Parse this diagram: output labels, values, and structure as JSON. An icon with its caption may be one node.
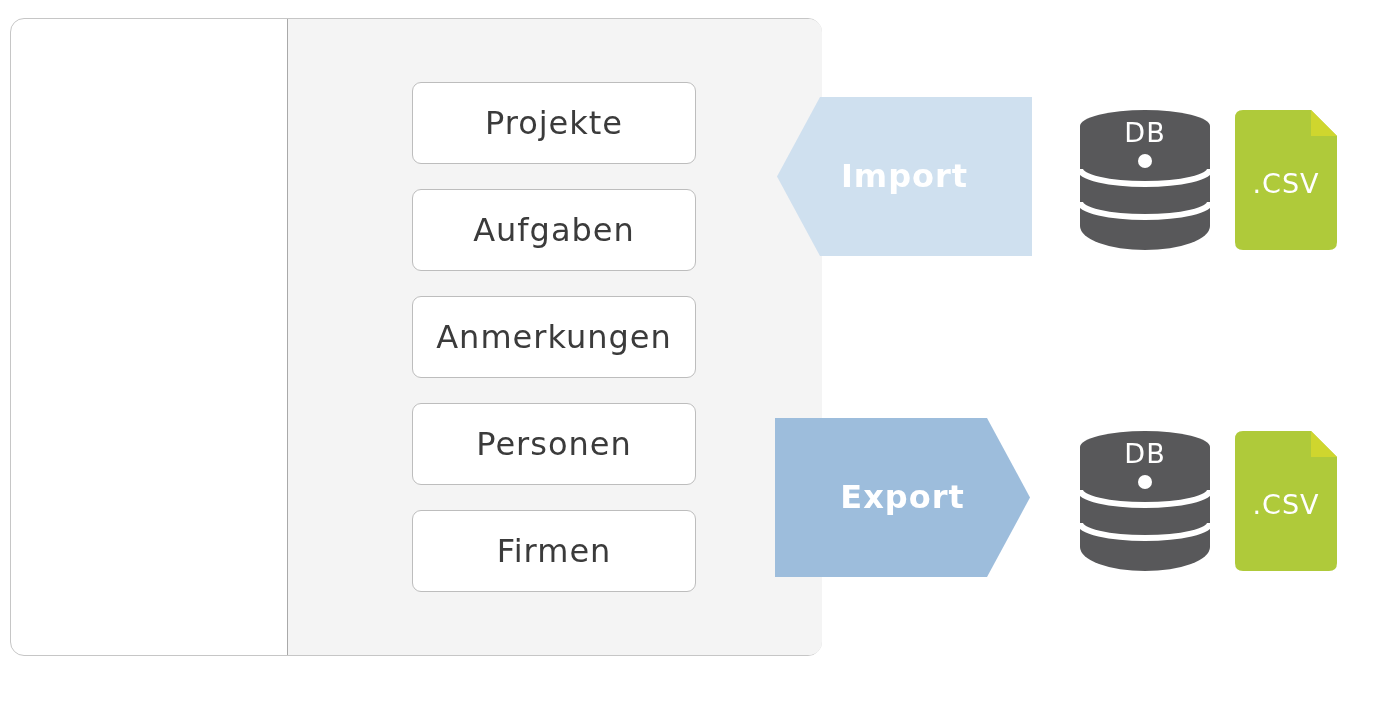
{
  "diagram": {
    "nodes": [
      {
        "text": [],
        "shape": "box"
      },
      {
        "text": [],
        "shape": "box",
        "in": 0
      },
      {
        "text": [
          "Projekte"
        ],
        "in": 1
      },
      {
        "text": [
          "Aufgaben"
        ],
        "in": 1
      },
      {
        "text": [
          "Anmerkungen"
        ],
        "in": 1
      },
      {
        "text": [
          "Personen"
        ],
        "in": 1
      },
      {
        "text": [
          "Firmen"
        ],
        "in": 1
      },
      {
        "text": [
          "Import"
        ]
      },
      {
        "text": [
          "DB"
        ]
      },
      {
        "text": [
          ".CSV"
        ]
      },
      {
        "text": [
          "Export"
        ]
      },
      {
        "text": [
          "DB"
        ]
      },
      {
        "text": [
          ".CSV"
        ]
      }
    ]
  }
}
